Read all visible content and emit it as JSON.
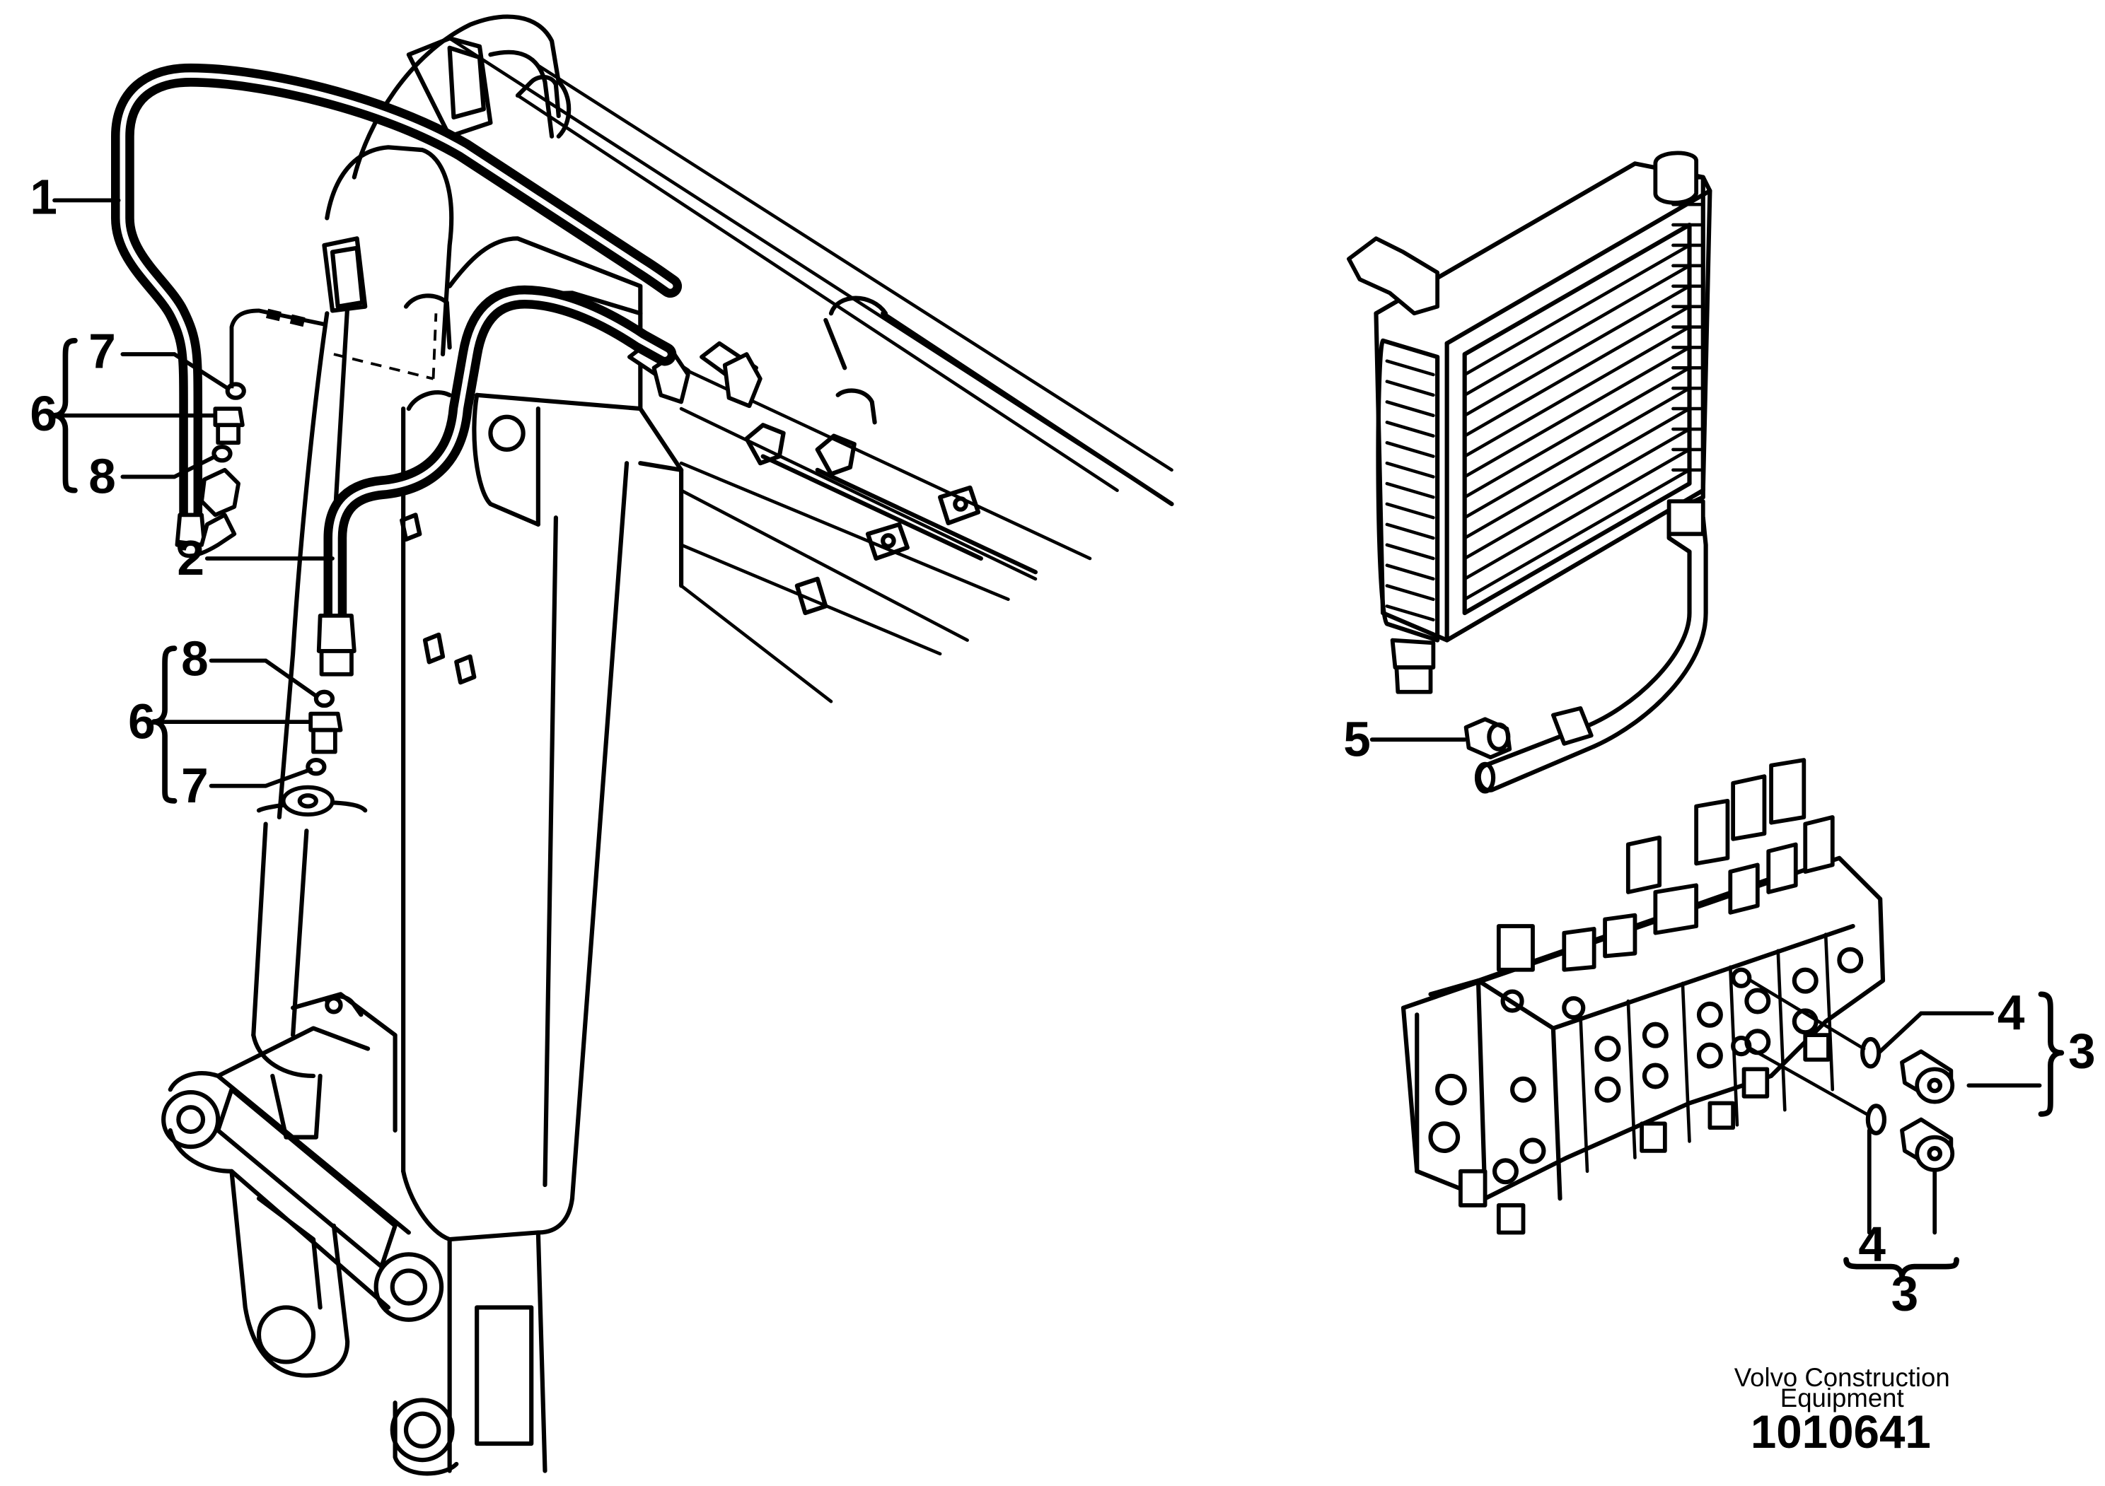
{
  "callouts": {
    "item_1": "1",
    "item_2": "2",
    "item_6_upper": "6",
    "item_7_upper": "7",
    "item_8_upper": "8",
    "item_6_lower": "6",
    "item_8_lower": "8",
    "item_7_lower": "7",
    "item_5": "5",
    "item_4_right": "4",
    "item_3_right": "3",
    "item_4_bottom": "4",
    "item_3_bottom": "3"
  },
  "footer": {
    "credit_line1": "Volvo Construction",
    "credit_line2": "Equipment",
    "drawing_number": "1010641"
  },
  "icons": {
    "boom_arm": "excavator-boom-arm",
    "oil_cooler": "oil-cooler",
    "control_valve": "control-valve-block",
    "hose": "hydraulic-hose",
    "plug": "plug-fitting",
    "o_ring": "o-ring",
    "nipple": "nipple-fitting",
    "cap_nut": "cap-nut"
  },
  "colors": {
    "line": "#000000",
    "background": "#ffffff"
  }
}
